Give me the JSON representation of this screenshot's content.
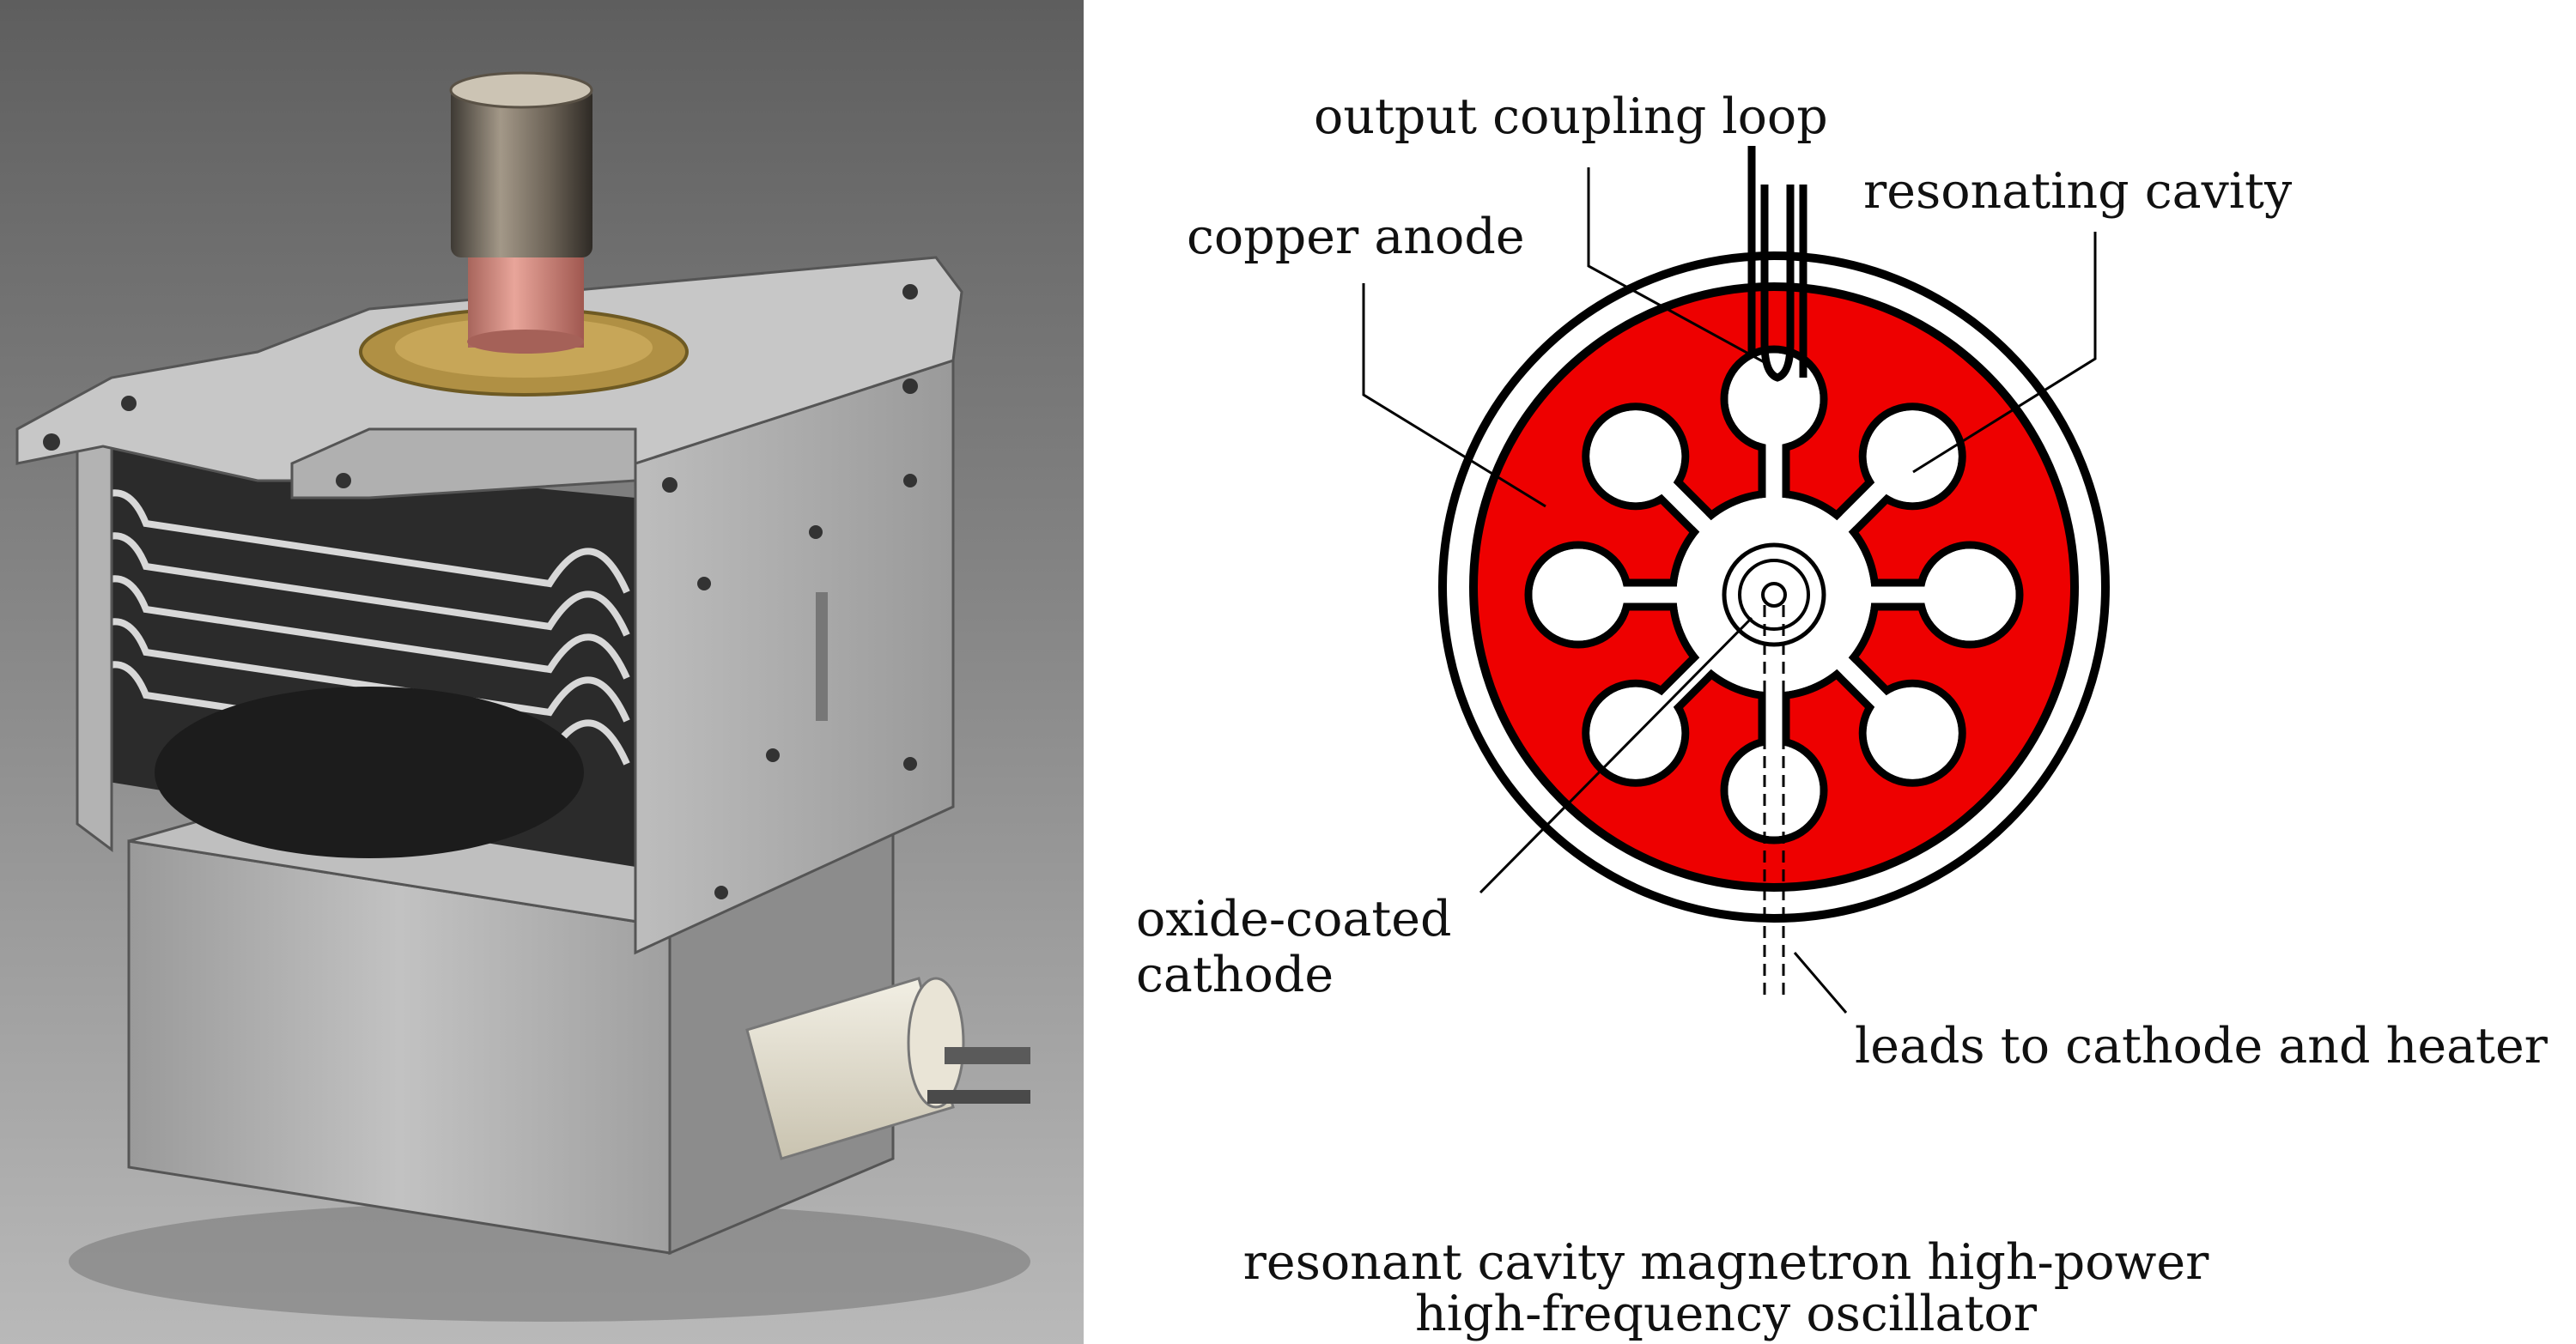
{
  "labels": {
    "output_coupling_loop": "output coupling loop",
    "resonating_cavity": "resonating cavity",
    "copper_anode": "copper anode",
    "oxide_coated_line1": "oxide-coated",
    "oxide_coated_line2": "cathode",
    "leads": "leads to cathode and heater"
  },
  "caption": {
    "line1": "resonant cavity magnetron high-power",
    "line2": "high-frequency oscillator"
  },
  "colors": {
    "anode_red": "#ee0000",
    "outline": "#000000",
    "background": "#ffffff"
  }
}
